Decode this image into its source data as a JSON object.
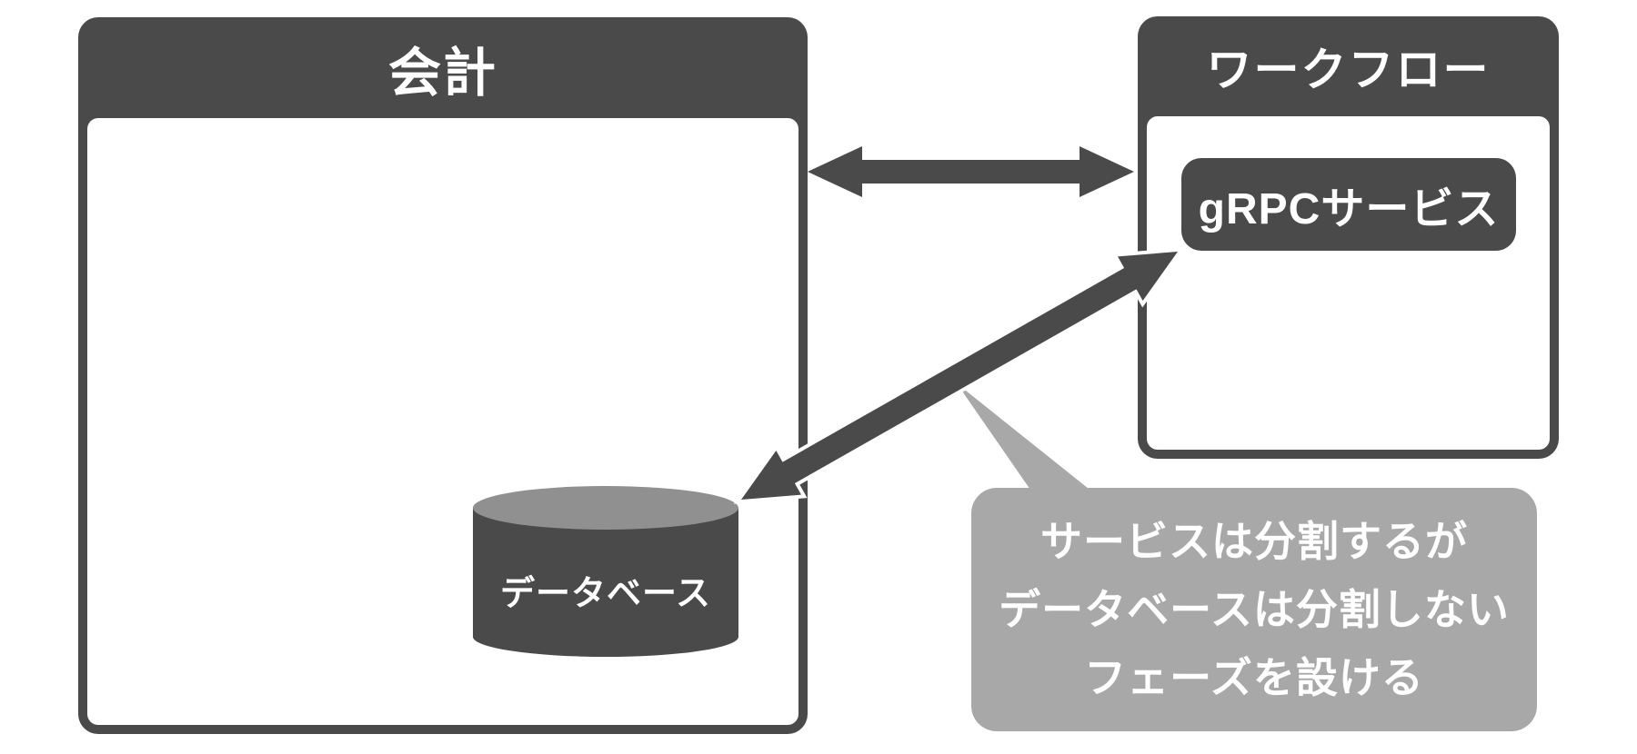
{
  "colors": {
    "dark": "#4a4a4a",
    "cylinder_top": "#909090",
    "callout": "#a8a8a8",
    "text_on_dark": "#ffffff",
    "canvas_bg": "#ffffff"
  },
  "accounting": {
    "title": "会計"
  },
  "workflow": {
    "title": "ワークフロー",
    "grpc_service": {
      "label": "gRPCサービス"
    }
  },
  "database": {
    "label": "データベース"
  },
  "callout": {
    "lines": [
      "サービスは分割するが",
      "データベースは分割しない",
      "フェーズを設ける"
    ]
  }
}
